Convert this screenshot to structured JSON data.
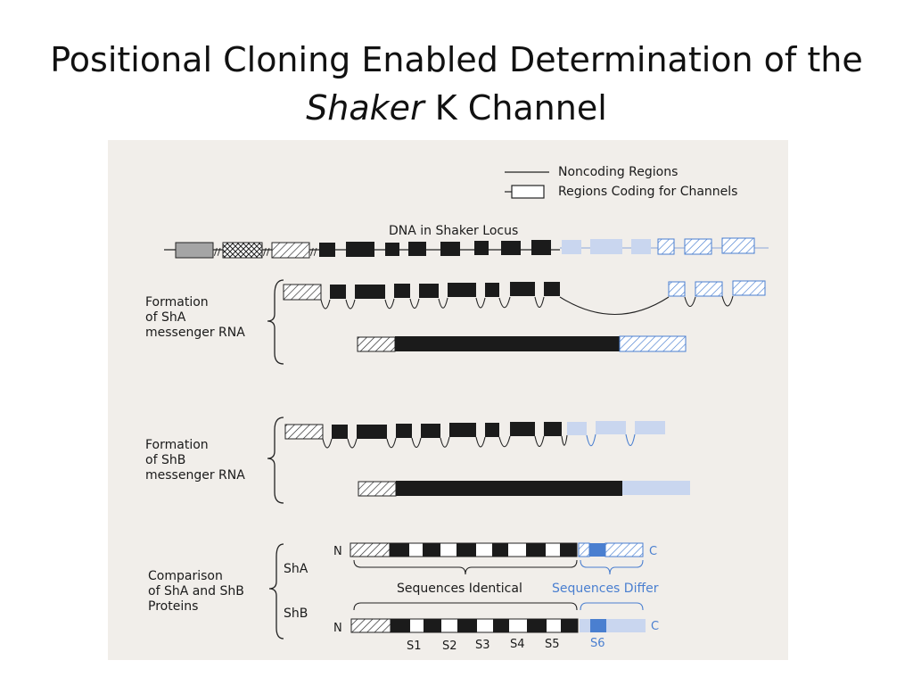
{
  "slide": {
    "title_line1": "Positional Cloning Enabled Determination of the",
    "title_italic": "Shaker",
    "title_rest": "K Channel"
  },
  "legend": {
    "noncoding": "Noncoding Regions",
    "coding": "Regions Coding for Channels"
  },
  "dna": {
    "label": "DNA in Shaker Locus"
  },
  "sha_formation": {
    "line1": "Formation",
    "line2": "of ShA",
    "line3": "messenger RNA"
  },
  "shb_formation": {
    "line1": "Formation",
    "line2": "of ShB",
    "line3": "messenger RNA"
  },
  "comparison": {
    "line1": "Comparison",
    "line2": "of ShA and ShB",
    "line3": "Proteins",
    "sha": "ShA",
    "shb": "ShB",
    "n_terminal": "N",
    "c_terminal": "C",
    "identical": "Sequences Identical",
    "differ": "Sequences Differ",
    "segments": [
      "S1",
      "S2",
      "S3",
      "S4",
      "S5",
      "S6"
    ]
  },
  "colors": {
    "black": "#1b1b1b",
    "blue": "#4a7fd0",
    "light_blue": "#c9d6ef",
    "background": "#f1eeea"
  }
}
